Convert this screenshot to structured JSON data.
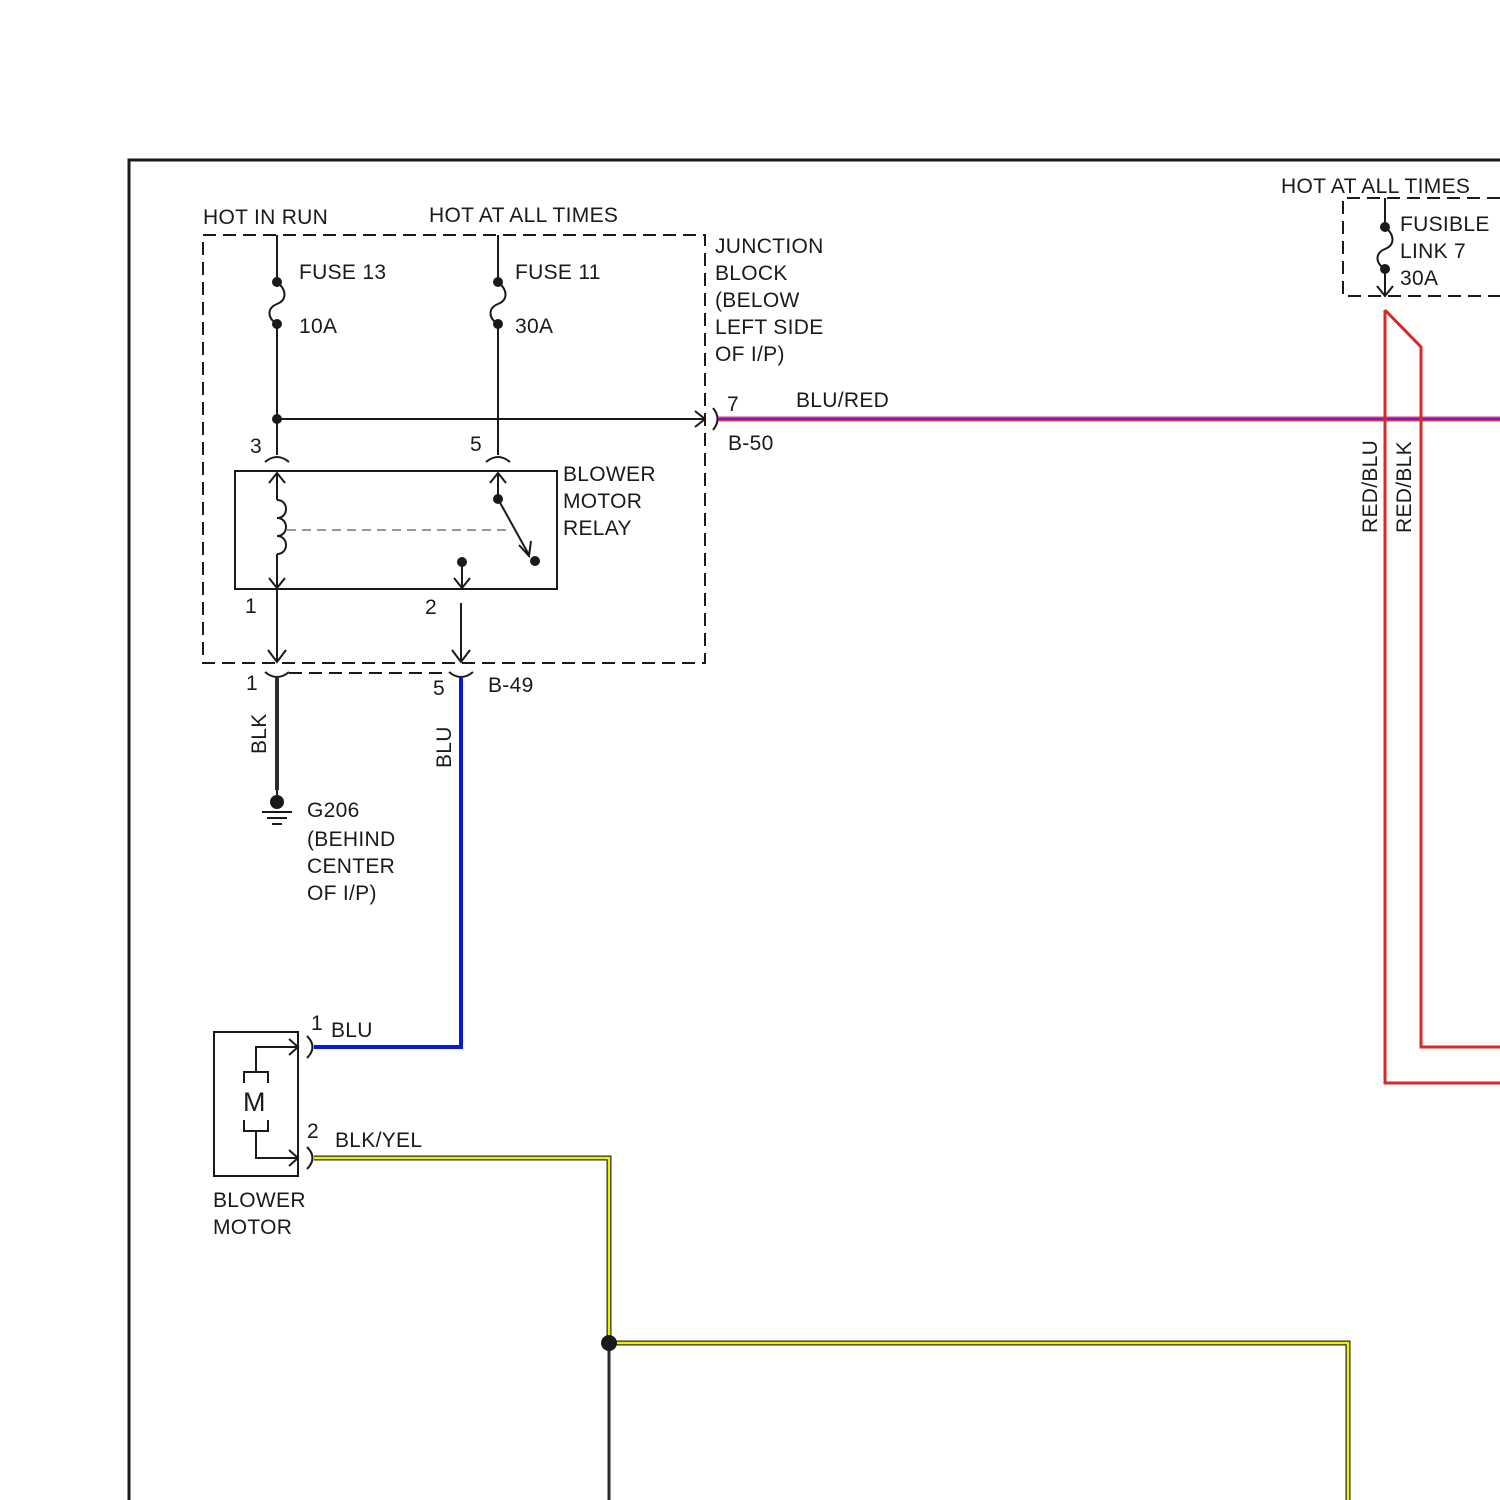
{
  "labels": {
    "hot_in_run": "HOT IN RUN",
    "hot_at_all_times_jb": "HOT AT ALL TIMES",
    "hot_at_all_times_fl": "HOT AT ALL TIMES",
    "fuse13_name": "FUSE 13",
    "fuse13_rating": "10A",
    "fuse11_name": "FUSE 11",
    "fuse11_rating": "30A",
    "junction_block": [
      "JUNCTION",
      "BLOCK",
      "(BELOW",
      "LEFT SIDE",
      "OF I/P)"
    ],
    "relay": [
      "BLOWER",
      "MOTOR",
      "RELAY"
    ],
    "fusible_link": [
      "FUSIBLE",
      "LINK 7",
      "30A"
    ],
    "ground": [
      "G206",
      "(BEHIND",
      "CENTER",
      "OF I/P)"
    ],
    "blower_motor": [
      "BLOWER",
      "MOTOR"
    ],
    "motor_symbol": "M"
  },
  "pins": {
    "relay_pin3": "3",
    "relay_pin5": "5",
    "relay_pin1": "1",
    "relay_pin2": "2",
    "b49_pin1": "1",
    "b49_pin5": "5",
    "b50_pin7": "7",
    "motor_pin1": "1",
    "motor_pin2": "2"
  },
  "connectors": {
    "b49": "B-49",
    "b50": "B-50"
  },
  "wires": {
    "blu_red": "BLU/RED",
    "blk": "BLK",
    "blu_vertical": "BLU",
    "blu_motor": "BLU",
    "blk_yel": "BLK/YEL",
    "red_blu": "RED/BLU",
    "red_blk": "RED/BLK"
  },
  "colors": {
    "blu_red_main": "#6a1fd0",
    "blu_red_edge": "#e03c5c",
    "blu": "#0a18d8",
    "blk": "#2b2b2b",
    "yel": "#f0f000",
    "red": "#d42a2a",
    "line": "#1a1a1a"
  }
}
